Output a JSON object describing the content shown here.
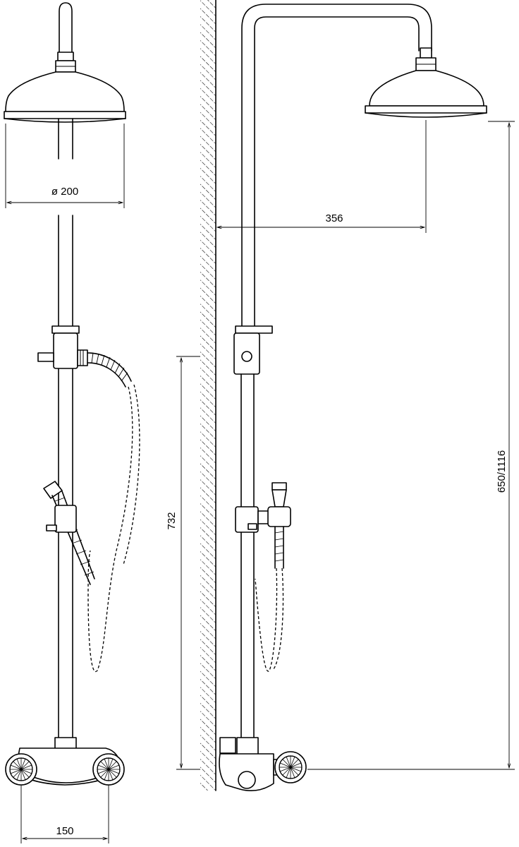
{
  "dimensions": {
    "head_diameter": "ø 200",
    "arm_reach": "356",
    "slide_rail": "732",
    "height": "650/1116",
    "wall_spacing": "150"
  }
}
